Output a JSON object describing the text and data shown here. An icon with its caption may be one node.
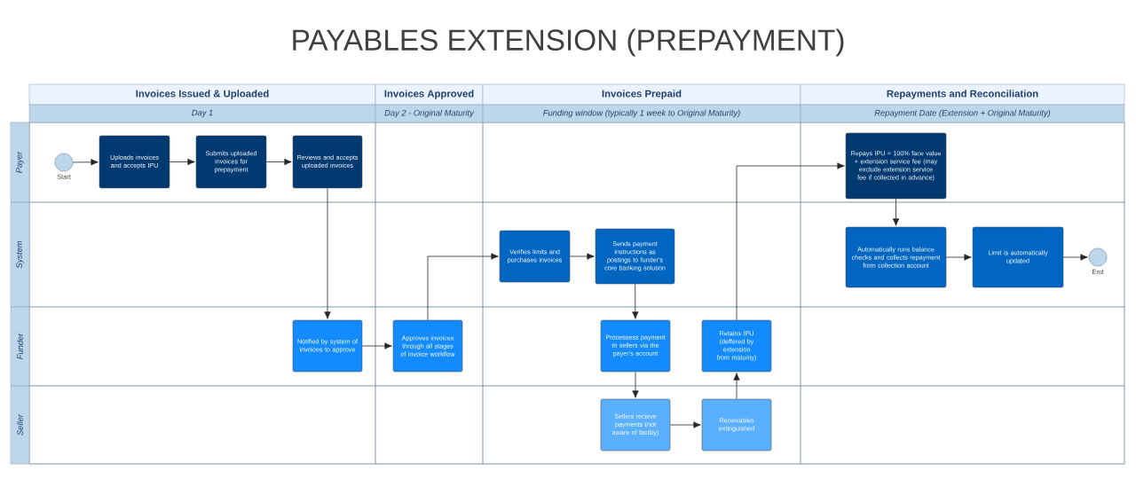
{
  "diagram": {
    "title": "PAYABLES EXTENSION (PREPAYMENT)",
    "nodes": [
      {
        "text": [
          "Invoices Issued & Uploaded"
        ]
      },
      {
        "text": [
          "Invoices Approved"
        ]
      },
      {
        "text": [
          "Invoices Prepaid"
        ]
      },
      {
        "text": [
          "Repayments and Reconciliation"
        ]
      },
      {
        "text": [
          "Day 1"
        ]
      },
      {
        "text": [
          "Day 2 - Original Maturity"
        ]
      },
      {
        "text": [
          "Funding window (typically 1 week to Original Maturity)"
        ]
      },
      {
        "text": [
          "Repayment Date (Extension + Original Maturity)"
        ]
      },
      {
        "text": [
          "Payer"
        ]
      },
      {
        "text": [
          "System"
        ]
      },
      {
        "text": [
          "Funder"
        ]
      },
      {
        "text": [
          "Seller"
        ]
      },
      {
        "text": [],
        "shape": "circle",
        "beside": [
          "Start"
        ]
      },
      {
        "text": [
          "Uploads invoices and accepts IPU"
        ]
      },
      {
        "text": [
          "Submits uploaded invoices for prepayment"
        ]
      },
      {
        "text": [
          "Reviews and accepts uploaded invoices"
        ]
      },
      {
        "text": [
          "Notified by system of invoices to approve"
        ]
      },
      {
        "text": [
          "Approves invoices through all stages of invoice workflow"
        ]
      },
      {
        "text": [
          "Verifies limits and purchases invoices"
        ]
      },
      {
        "text": [
          "Sends payment instructions as postings to funder's core banking solution"
        ]
      },
      {
        "text": [
          "Processess payment to sellers via the payer's account"
        ]
      },
      {
        "text": [
          "Sellers recieve payments (not aware of facility)"
        ]
      },
      {
        "text": [
          "Receivables extinguished"
        ]
      },
      {
        "text": [
          "Retains IPU (deffered by extension from maturity)"
        ]
      },
      {
        "text": [
          "Repays IPU = 100% face value + extension service fee (may exclude extension service fee if collected in advance)"
        ]
      },
      {
        "text": [
          "Automatically runs balance checks and collects repayment from collection account"
        ]
      },
      {
        "text": [
          "Limit is automatically updated"
        ]
      },
      {
        "text": [],
        "shape": "circle",
        "beside": [
          "End"
        ]
      }
    ],
    "edges": [
      {
        "from": 12,
        "to": 13,
        "arrow": "to"
      },
      {
        "from": 13,
        "to": 14,
        "arrow": "to"
      },
      {
        "from": 14,
        "to": 15,
        "arrow": "to"
      },
      {
        "from": 15,
        "to": 16,
        "arrow": "to"
      },
      {
        "from": 16,
        "to": 17,
        "arrow": "to"
      },
      {
        "from": 17,
        "to": 18,
        "arrow": "to"
      },
      {
        "from": 18,
        "to": 19,
        "arrow": "to"
      },
      {
        "from": 19,
        "to": 20,
        "arrow": "to"
      },
      {
        "from": 20,
        "to": 21,
        "arrow": "to"
      },
      {
        "from": 21,
        "to": 22,
        "arrow": "to"
      },
      {
        "from": 22,
        "to": 23,
        "arrow": "to"
      },
      {
        "from": 23,
        "to": 24,
        "arrow": "to"
      },
      {
        "from": 24,
        "to": 25,
        "arrow": "to"
      },
      {
        "from": 25,
        "to": 26,
        "arrow": "to"
      },
      {
        "from": 26,
        "to": 27,
        "arrow": "to"
      }
    ]
  }
}
